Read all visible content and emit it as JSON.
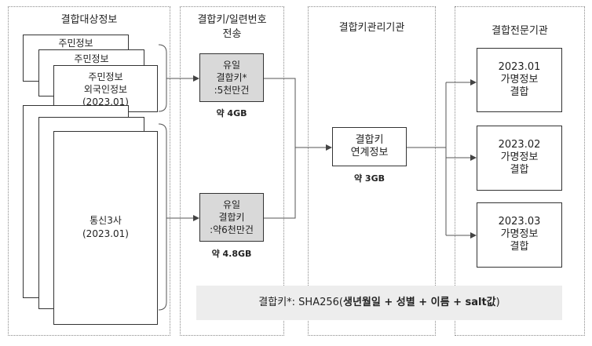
{
  "columns": {
    "source": "결합대상정보",
    "transfer_line1": "결합키/일련번호",
    "transfer_line2": "전송",
    "manager": "결합키관리기관",
    "expert": "결합전문기관"
  },
  "source": {
    "resident1": "주민정보",
    "resident2": "주민정보",
    "front_line1": "주민정보",
    "front_line2": "외국인정보",
    "front_line3": "(2023.01)",
    "telecom_line1": "통신3사",
    "telecom_line2": "(2023.01)"
  },
  "transfer": {
    "key1": [
      "유일",
      "결합키*",
      ":5천만건"
    ],
    "size1": "약 4GB",
    "key2": [
      "유일",
      "결합키",
      ":약6천만건"
    ],
    "size2": "약 4.8GB"
  },
  "manager": {
    "lines": [
      "결합키",
      "연계정보"
    ],
    "size": "약 3GB"
  },
  "expert": {
    "out1": [
      "2023.01",
      "가명정보",
      "결합"
    ],
    "out2": [
      "2023.02",
      "가명정보",
      "결합"
    ],
    "out3": [
      "2023.03",
      "가명정보",
      "결합"
    ]
  },
  "note": {
    "prefix": "결합키*: SHA256(",
    "bold": "생년월일 + 성별 + 이름 + salt값",
    "suffix": ")"
  }
}
